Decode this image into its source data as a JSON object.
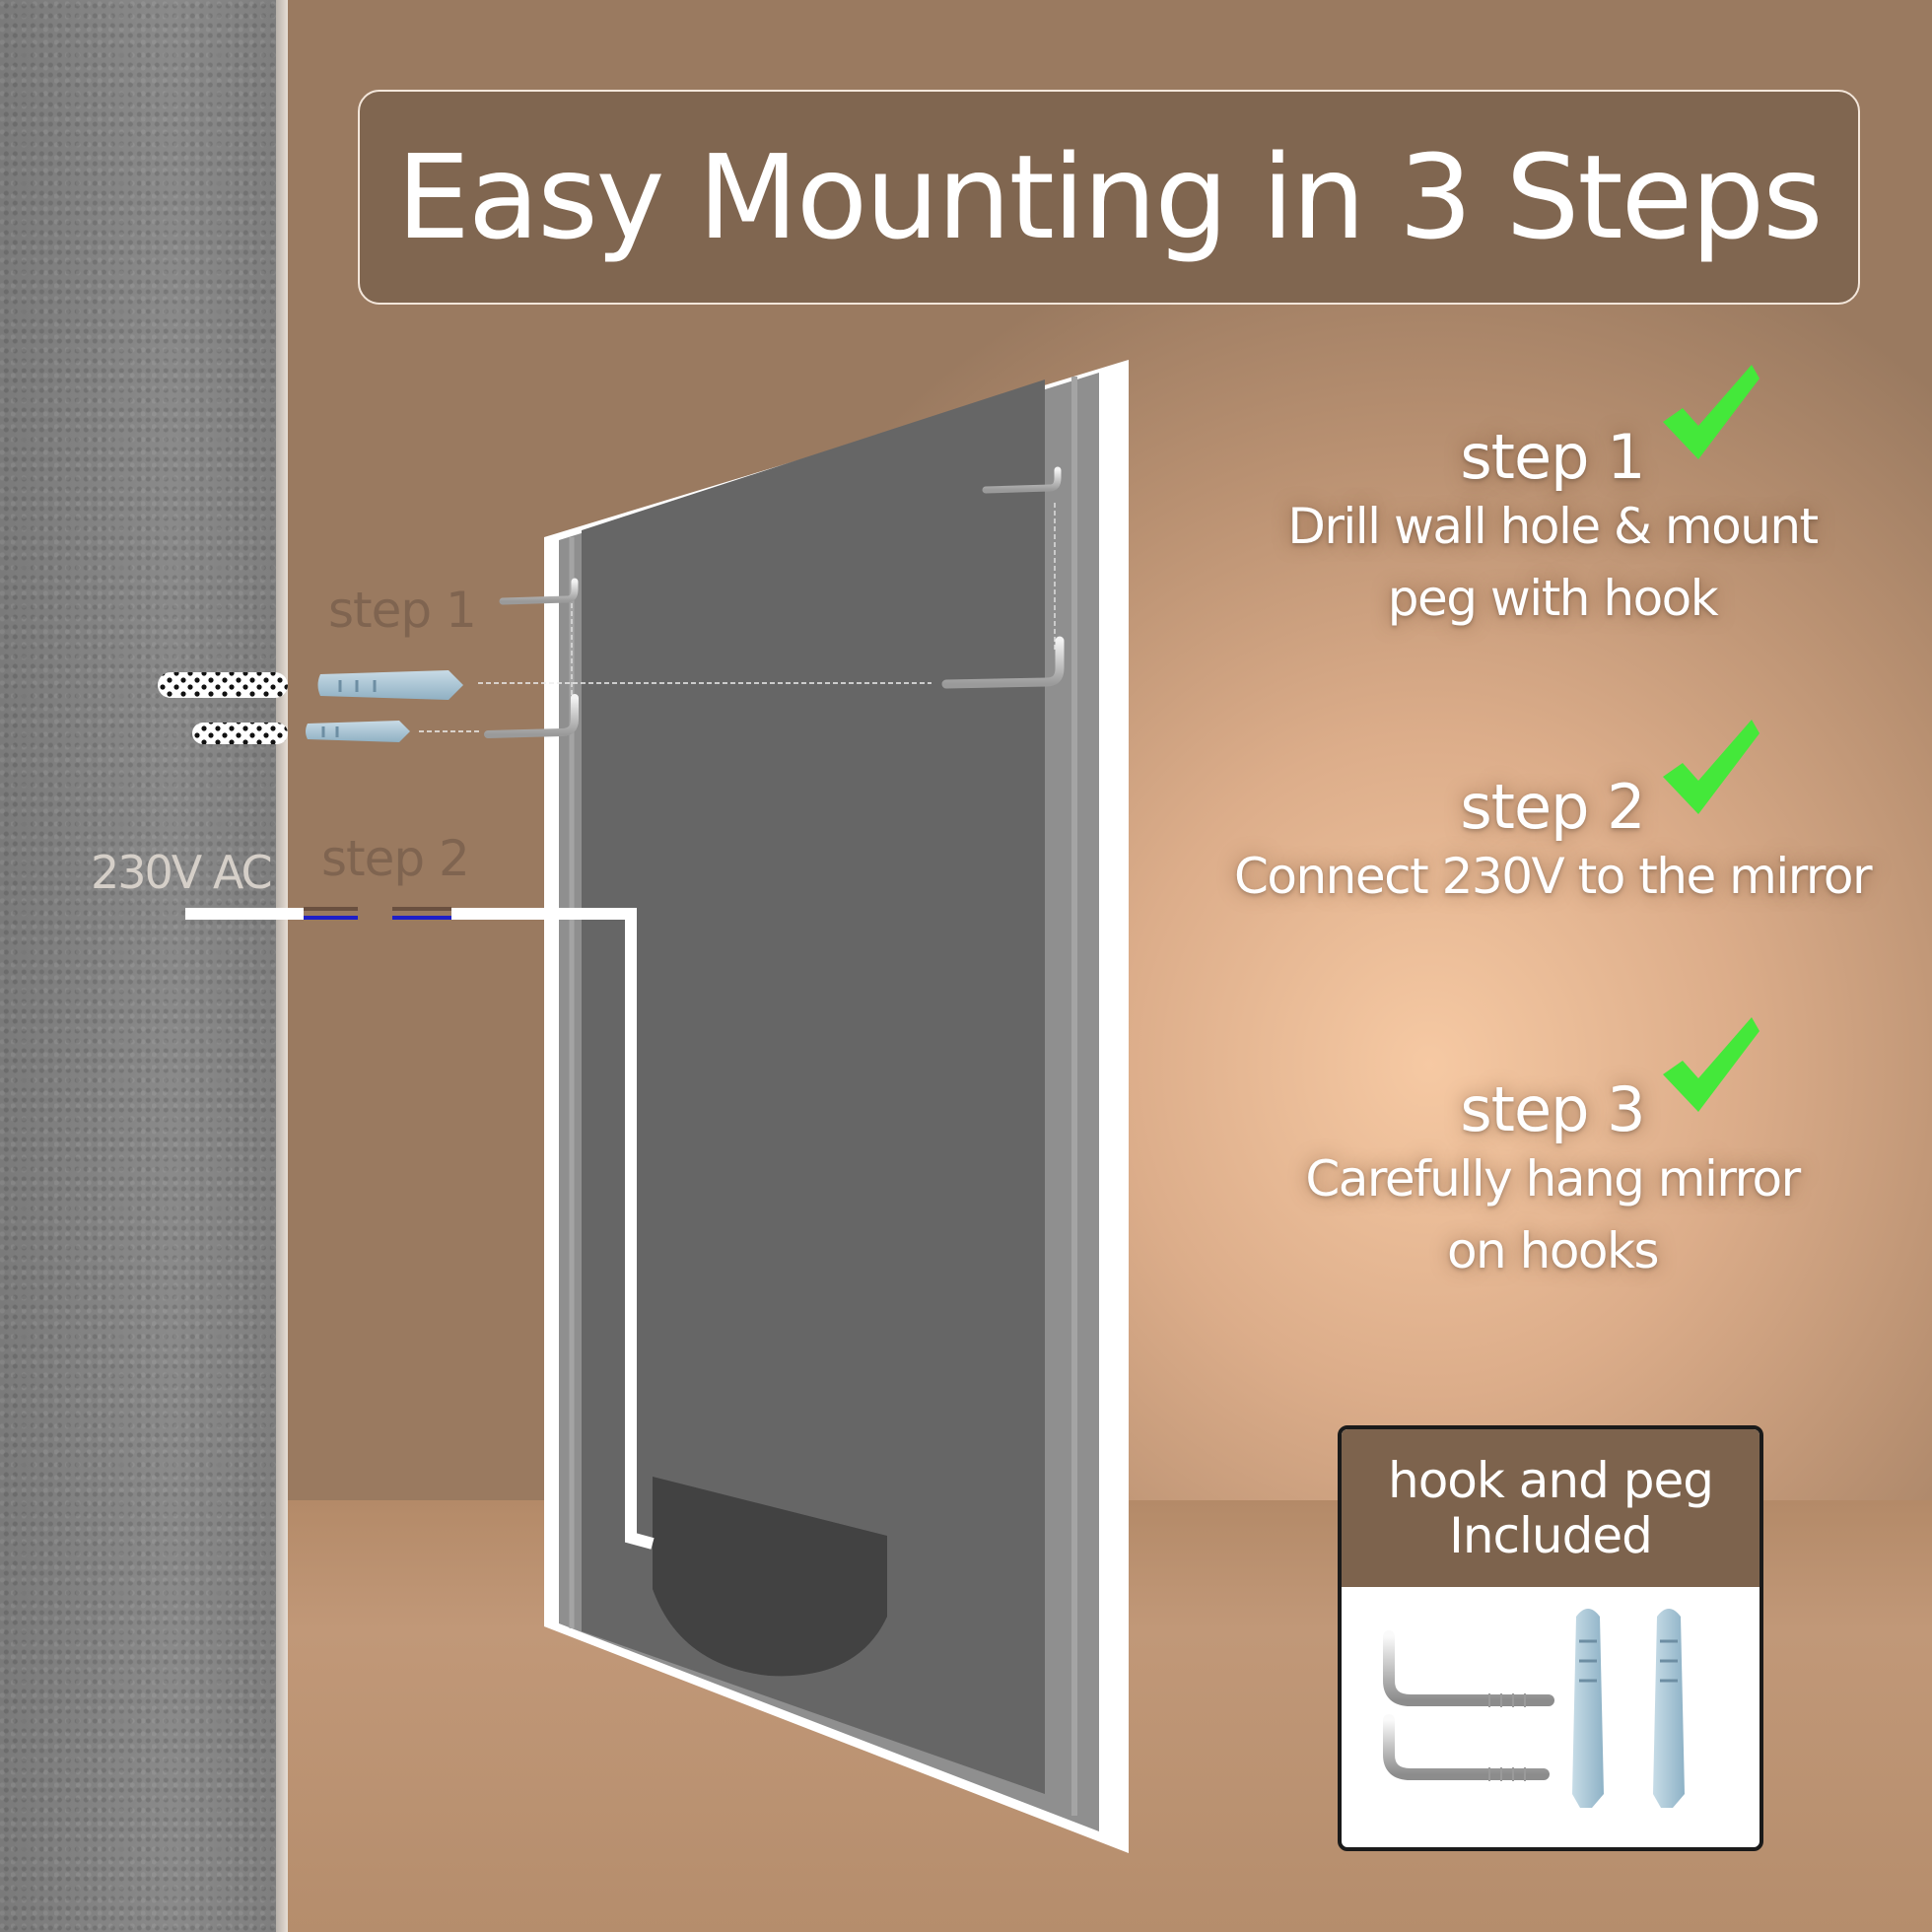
{
  "title": "Easy Mounting in 3 Steps",
  "diagram": {
    "step1_label": "step 1",
    "step2_label": "step 2",
    "voltage_label": "230V AC"
  },
  "steps": [
    {
      "heading": "step 1",
      "lines": [
        "Drill wall hole & mount",
        "peg with hook"
      ]
    },
    {
      "heading": "step 2",
      "lines": [
        "Connect 230V to the mirror"
      ]
    },
    {
      "heading": "step 3",
      "lines": [
        "Carefully hang mirror",
        "on hooks"
      ]
    }
  ],
  "included": {
    "lines": [
      "hook and peg",
      "Included"
    ]
  },
  "colors": {
    "title_bg": "#806650",
    "check": "#44e83a",
    "label_brown": "#7f6450",
    "wire_blue": "#1f1fc8"
  },
  "icons": [
    "check-icon",
    "hook-icon",
    "wall-plug-icon"
  ]
}
